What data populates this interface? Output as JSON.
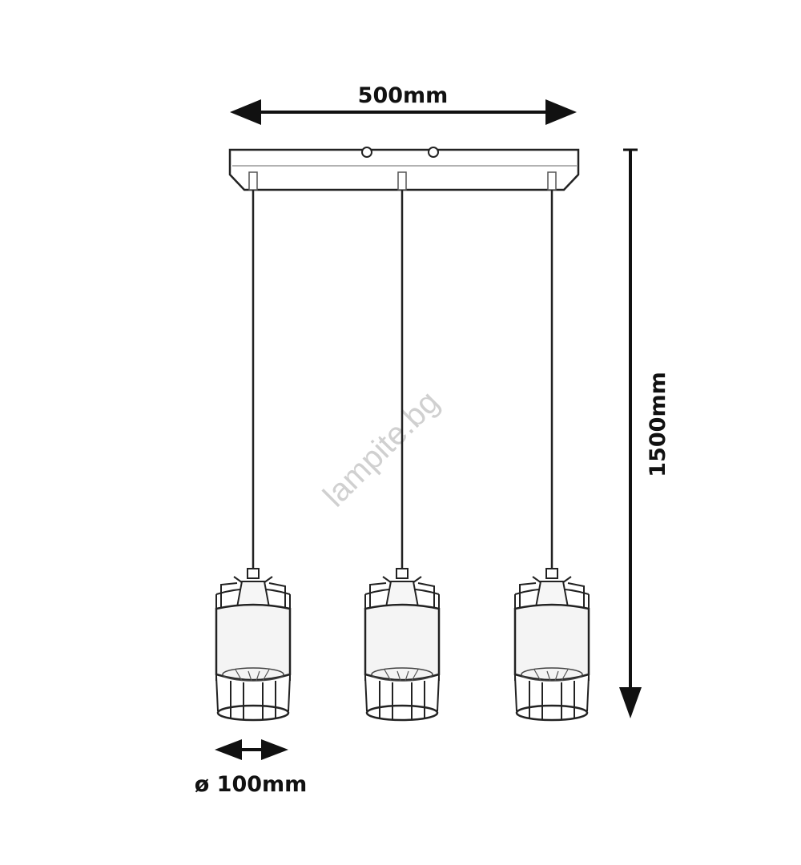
{
  "diagram": {
    "width_label": "500mm",
    "height_label": "1500mm",
    "diameter_label": "ø 100mm",
    "watermark": "lampite.bg",
    "lamp_count": 3
  },
  "colors": {
    "line": "#1a1a1a",
    "shade_fill": "#f4f4f4",
    "watermark": "#d0d0d0"
  }
}
